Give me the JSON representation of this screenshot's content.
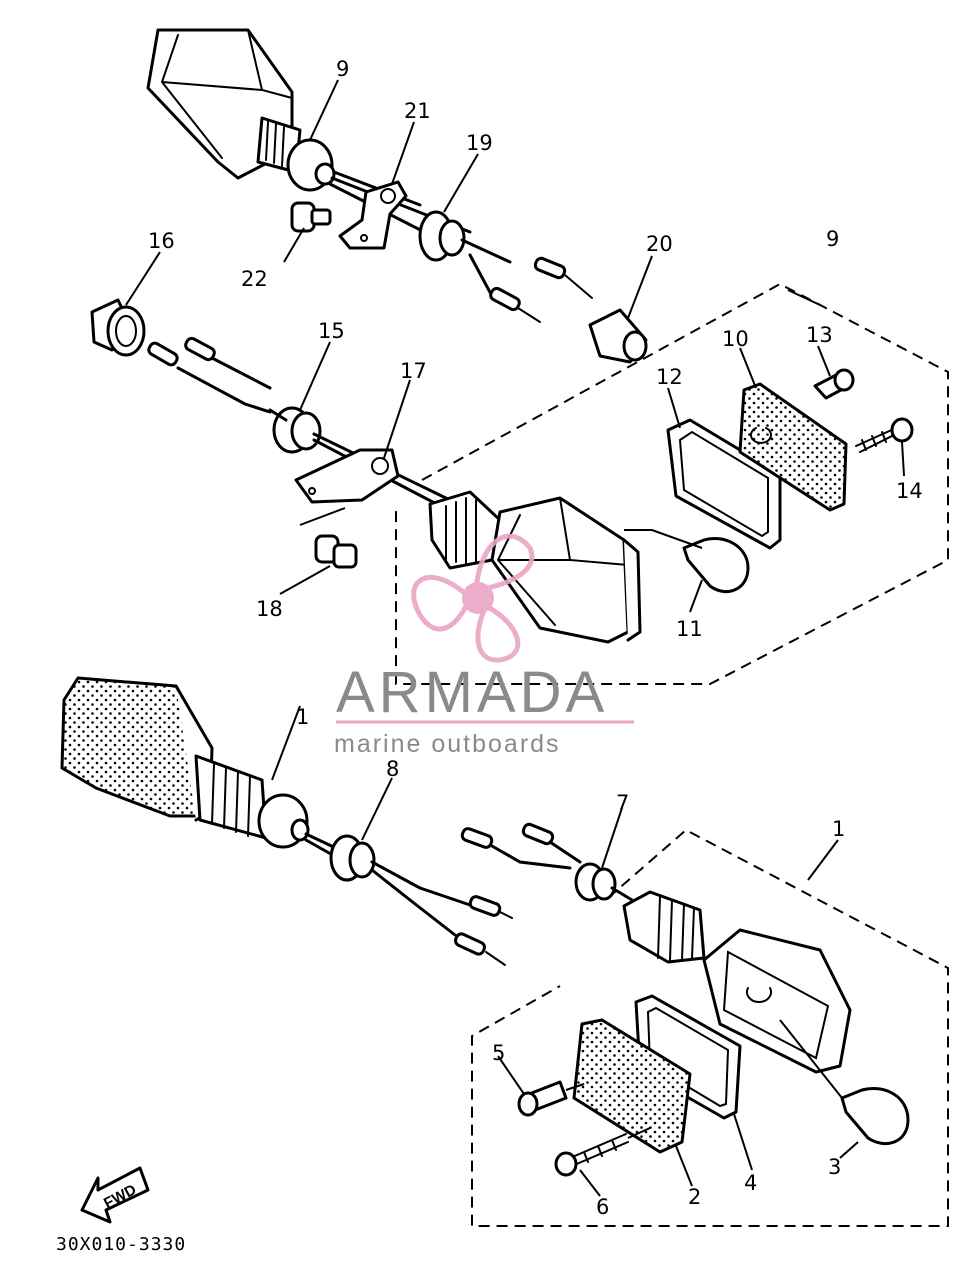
{
  "callouts": {
    "c1": "1",
    "c1b": "1",
    "c2": "2",
    "c3": "3",
    "c4": "4",
    "c5": "5",
    "c6": "6",
    "c7": "7",
    "c8": "8",
    "c9": "9",
    "c9b": "9",
    "c10": "10",
    "c11": "11",
    "c12": "12",
    "c13": "13",
    "c14": "14",
    "c15": "15",
    "c16": "16",
    "c17": "17",
    "c18": "18",
    "c19": "19",
    "c20": "20",
    "c21": "21",
    "c22": "22"
  },
  "figure_code": "30X010-3330",
  "direction_label": "FWD",
  "watermark": {
    "brand": "ARMADA",
    "tagline": "marine outboards",
    "brand_color": "#8a8a8a",
    "accent_color": "#e8a6c6"
  }
}
